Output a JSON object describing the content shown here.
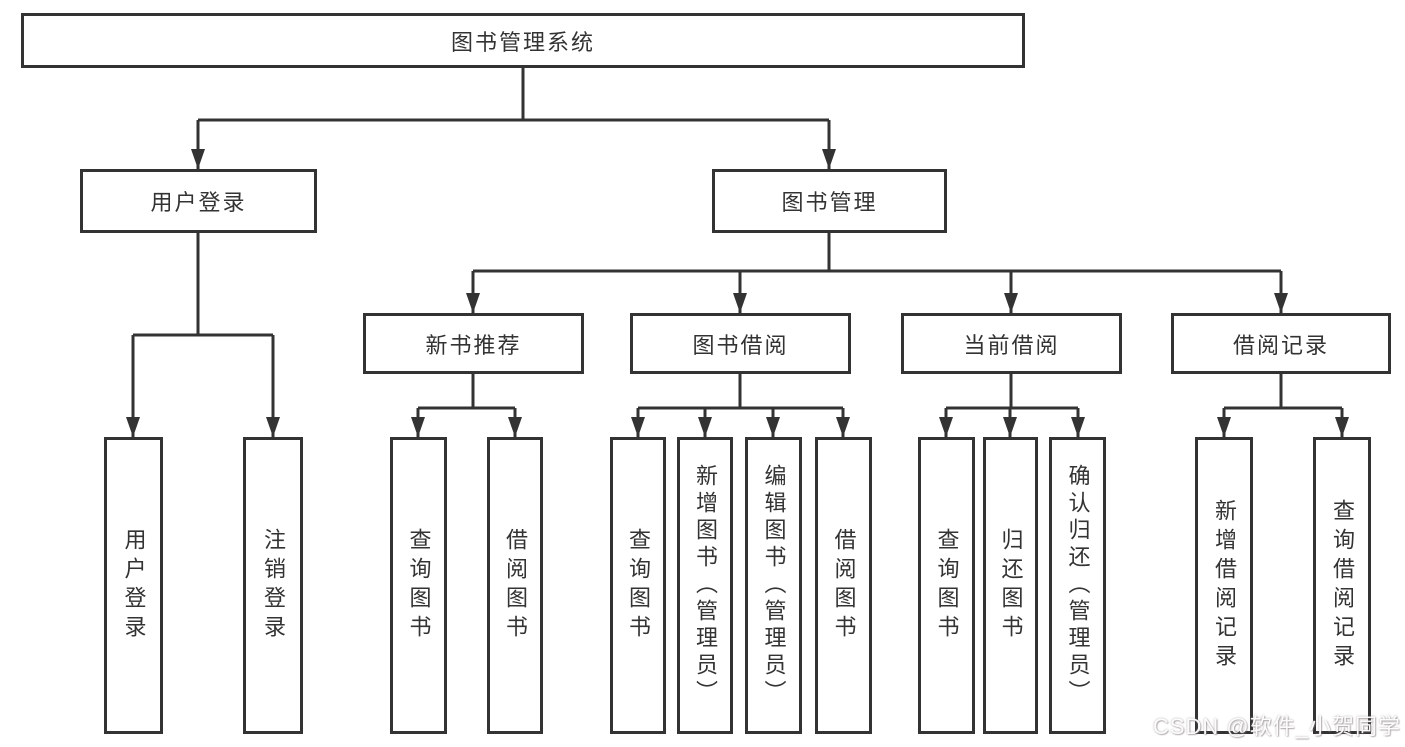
{
  "tree": {
    "root": {
      "label": "图书管理系统"
    },
    "branches": [
      {
        "label": "用户登录",
        "children": [
          {
            "label": "用户登录"
          },
          {
            "label": "注销登录"
          }
        ]
      },
      {
        "label": "图书管理",
        "sections": [
          {
            "label": "新书推荐",
            "children": [
              {
                "label": "查询图书"
              },
              {
                "label": "借阅图书"
              }
            ]
          },
          {
            "label": "图书借阅",
            "children": [
              {
                "label": "查询图书"
              },
              {
                "label": "新增图书（管理员）"
              },
              {
                "label": "编辑图书（管理员）"
              },
              {
                "label": "借阅图书"
              }
            ]
          },
          {
            "label": "当前借阅",
            "children": [
              {
                "label": "查询图书"
              },
              {
                "label": "归还图书"
              },
              {
                "label": "确认归还（管理员）"
              }
            ]
          },
          {
            "label": "借阅记录",
            "children": [
              {
                "label": "新增借阅记录"
              },
              {
                "label": "查询借阅记录"
              }
            ]
          }
        ]
      }
    ]
  },
  "watermark": {
    "text": "CSDN @软件_小贺同学"
  },
  "colors": {
    "line": "#333333",
    "text": "#333333",
    "background": "#ffffff",
    "box_fill": "#ffffff",
    "watermark": "#d9d3d3"
  }
}
